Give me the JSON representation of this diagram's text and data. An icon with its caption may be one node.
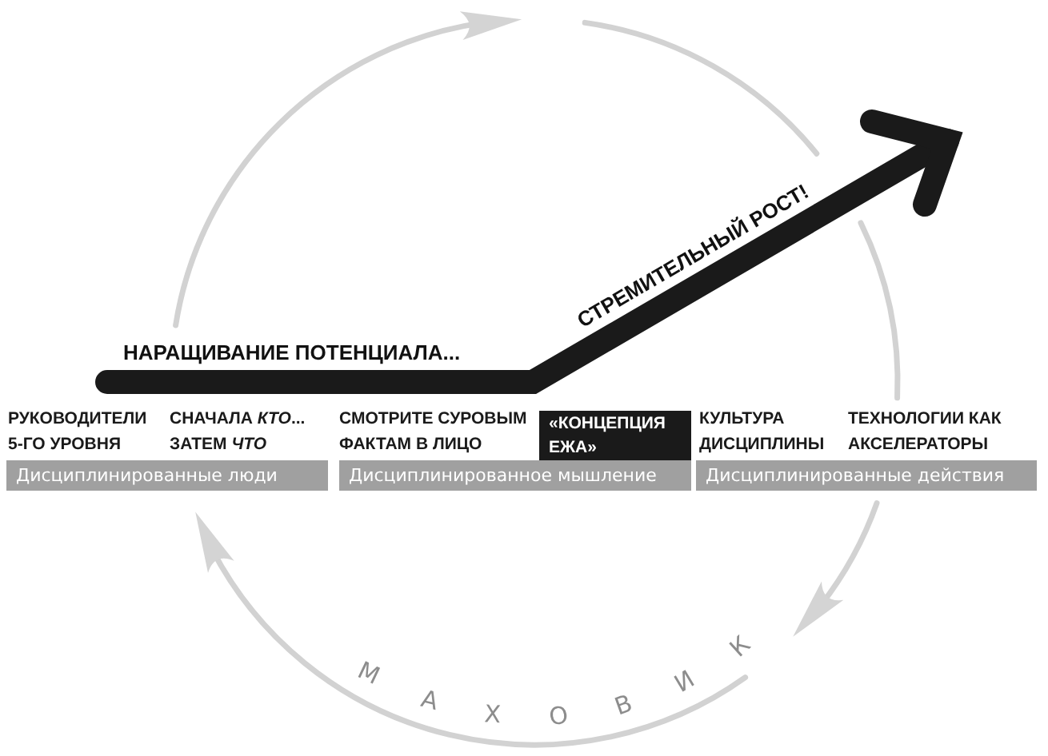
{
  "diagram": {
    "nodes": [
      {
        "text": [
          "«КОНЦЕПЦИЯ ЕЖА»"
        ]
      },
      {
        "text": [
          "Дисциплинированные люди"
        ],
        "beside": [
          "РУКОВОДИТЕЛИ 5-ГО УРОВНЯ",
          "СНАЧАЛА *КТО*... ЗАТЕМ *ЧТО*"
        ]
      },
      {
        "text": [
          "Дисциплинированное мышление"
        ],
        "beside": [
          "СМОТРИТЕ СУРОВЫМ ФАКТАМ В ЛИЦО"
        ]
      },
      {
        "text": [
          "Дисциплинированные действия"
        ],
        "beside": [
          "КУЛЬТУРА ДИСЦИПЛИНЫ",
          "ТЕХНОЛОГИИ КАК АКСЕЛЕРАТОРЫ"
        ]
      }
    ],
    "labels": [
      "НАРАЩИВАНИЕ ПОТЕНЦИАЛА...",
      "СТРЕМИТЕЛЬНЫЙ РОСТ!",
      "МАХОВИК"
    ]
  }
}
